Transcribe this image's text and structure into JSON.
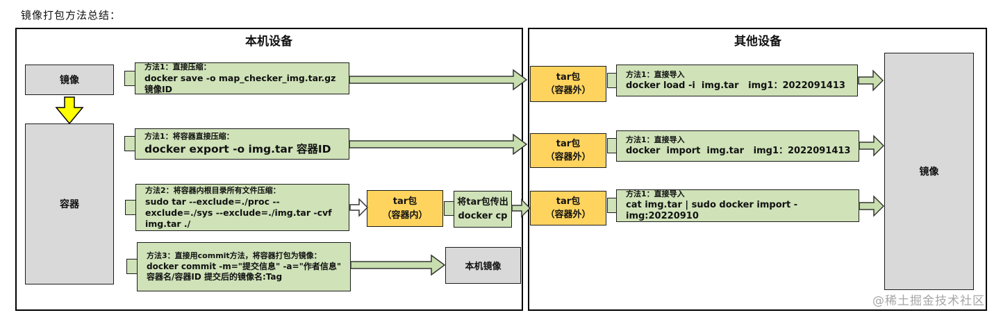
{
  "title": "镜像打包方法总结：",
  "panels": {
    "local": {
      "title": "本机设备"
    },
    "other": {
      "title": "其他设备"
    }
  },
  "nodes": {
    "image_local": "镜像",
    "container": "容器",
    "local_image": "本机镜像",
    "image_other": "镜像",
    "tar_inside": {
      "line1": "tar包",
      "line2": "（容器内）"
    },
    "tar_outside": {
      "line1": "tar包",
      "line2": "（容器外）"
    },
    "transfer": {
      "line1": "将tar包传出",
      "line2": "docker cp"
    }
  },
  "local_methods": [
    {
      "heading": "方法1：直接压缩：",
      "command": "docker save -o map_checker_img.tar.gz   镜像ID"
    },
    {
      "heading": "方法1：将容器直接压缩：",
      "command": "docker export -o img.tar 容器ID"
    },
    {
      "heading": "方法2：将容器内根目录所有文件压缩：",
      "command": "sudo tar --exclude=./proc --exclude=./sys --exclude=./img.tar -cvf img.tar ./"
    },
    {
      "heading": "方法3：直接用commit方法，将容器打包为镜像：",
      "command": "docker commit -m=\"提交信息\" -a=\"作者信息\" 容器名/容器ID 提交后的镜像名:Tag"
    }
  ],
  "other_methods": [
    {
      "heading": "方法1：直接导入",
      "command": "docker load -i  img.tar   img1：2022091413"
    },
    {
      "heading": "方法1：直接导入",
      "command": "docker  import  img.tar   img1：2022091413"
    },
    {
      "heading": "方法1：直接导入",
      "command": "cat img.tar | sudo docker import - img:20220910"
    }
  ],
  "watermark": "@稀土掘金技术社区",
  "colors": {
    "box_green": "#cfe2b8",
    "arrow_green": "#c8deae",
    "orange": "#ffd45e",
    "gray": "#d9d9d9",
    "yellow": "#ffff00",
    "watermark": "#a6a6a6"
  }
}
